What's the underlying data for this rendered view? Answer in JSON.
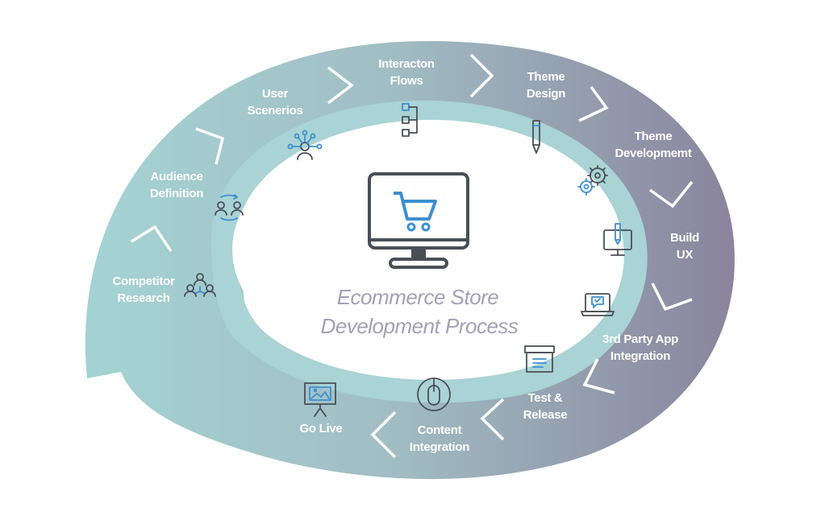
{
  "title": {
    "line1": "Ecommerce Store",
    "line2": "Development Process"
  },
  "colors": {
    "start": "#a3d0d0",
    "end": "#8a859e",
    "inner_ring": "#a9d3d4",
    "accent": "#3d8fd1",
    "icon": "#4a4e57"
  },
  "steps": [
    {
      "line1": "Competitor",
      "line2": "Research",
      "icon": "team-hierarchy-icon"
    },
    {
      "line1": "Audience",
      "line2": "Definition",
      "icon": "people-cycle-icon"
    },
    {
      "line1": "User",
      "line2": "Scenerios",
      "icon": "user-network-icon"
    },
    {
      "line1": "Interacton",
      "line2": "Flows",
      "icon": "flowchart-icon"
    },
    {
      "line1": "Theme",
      "line2": "Design",
      "icon": "pencil-icon"
    },
    {
      "line1": "Theme",
      "line2": "Developmemt",
      "icon": "gears-icon"
    },
    {
      "line1": "Build",
      "line2": "UX",
      "icon": "monitor-pen-icon"
    },
    {
      "line1": "3rd Party App",
      "line2": "Integration",
      "icon": "laptop-chat-icon"
    },
    {
      "line1": "Test &",
      "line2": "Release",
      "icon": "box-icon"
    },
    {
      "line1": "Content",
      "line2": "Integration",
      "icon": "mouse-icon"
    },
    {
      "line1": "Go Live",
      "line2": "",
      "icon": "presentation-icon"
    }
  ]
}
